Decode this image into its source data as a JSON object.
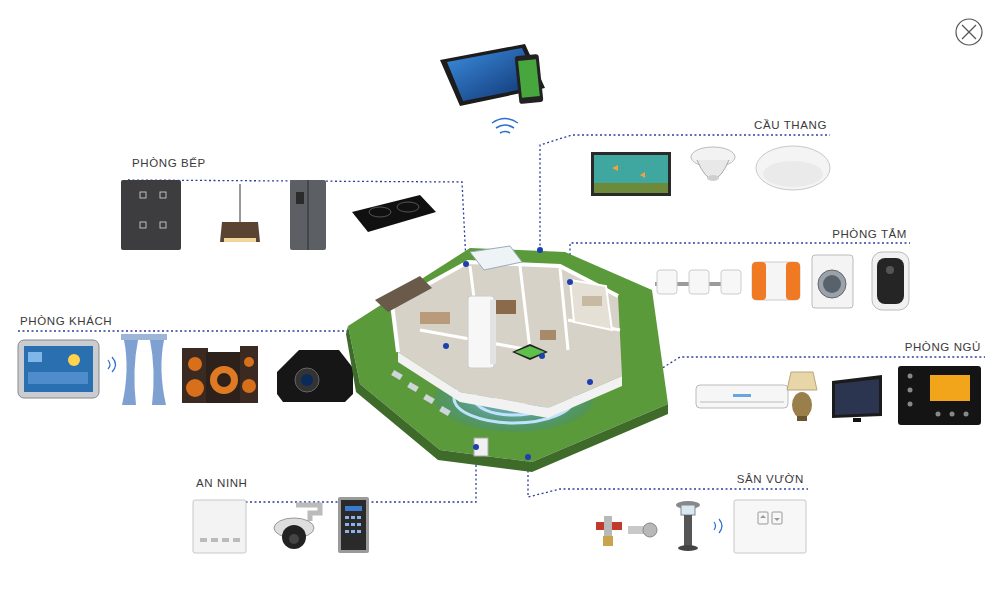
{
  "diagram": {
    "labels": [
      "PHÒNG BẾP",
      "CẦU THANG",
      "PHÒNG TẮM",
      "PHÒNG KHÁCH",
      "PHÒNG NGỦ",
      "AN NINH",
      "SÂN VƯỜN"
    ]
  }
}
